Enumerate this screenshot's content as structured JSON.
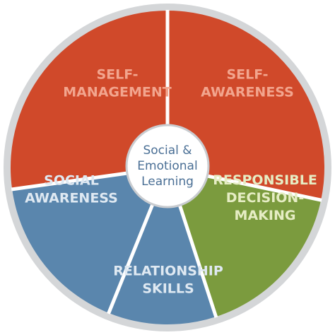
{
  "center": {
    "lines": [
      "Social &",
      "Emotional",
      "Learning"
    ]
  },
  "segments": [
    {
      "id": "self-awareness",
      "lines": [
        "SELF-",
        "AWARENESS"
      ],
      "fill": "#d0492a",
      "text_color": "#f2a58e"
    },
    {
      "id": "responsible-decision-making",
      "lines": [
        "RESPONSIBLE",
        "DECISION-",
        "MAKING"
      ],
      "fill": "#7b9b3e",
      "text_color": "#e6edc4"
    },
    {
      "id": "relationship-skills",
      "lines": [
        "RELATIONSHIP",
        "SKILLS"
      ],
      "fill": "#5a86ad",
      "text_color": "#dfe9f2"
    },
    {
      "id": "social-awareness",
      "lines": [
        "SOCIAL",
        "AWARENESS"
      ],
      "fill": "#5a86ad",
      "text_color": "#dfe9f2"
    },
    {
      "id": "self-management",
      "lines": [
        "SELF-",
        "MANAGEMENT"
      ],
      "fill": "#d0492a",
      "text_color": "#f2a58e"
    }
  ],
  "colors": {
    "outer_ring": "#d4d6d8",
    "divider": "#ffffff",
    "center_fill": "#ffffff",
    "center_stroke": "#c9ccd0",
    "center_text": "#4a6f95"
  }
}
